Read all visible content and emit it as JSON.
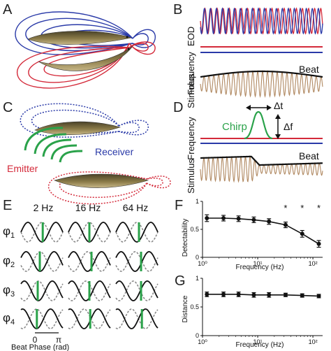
{
  "panels": {
    "A": "A",
    "B": "B",
    "C": "C",
    "D": "D",
    "E": "E",
    "F": "F",
    "G": "G"
  },
  "colors": {
    "receiver": "#2a3aa8",
    "emitter": "#d42a3a",
    "chirp": "#2aa24a",
    "stimulus": "#b08860",
    "phase_line": "#2aa24a",
    "dashed_wave": "#8a8a8a"
  },
  "panel_b": {
    "eod": "EOD",
    "frequency": "Frequency",
    "stimulus": "Stimulus",
    "beat": "Beat"
  },
  "panel_c": {
    "receiver": "Receiver",
    "emitter": "Emitter"
  },
  "panel_d": {
    "chirp": "Chirp",
    "delta_t": "Δt",
    "delta_f": "Δf",
    "frequency": "Frequency",
    "stimulus": "Stimulus",
    "beat": "Beat"
  },
  "panel_e": {
    "columns": [
      "2 Hz",
      "16 Hz",
      "64 Hz"
    ],
    "rows": [
      "φ",
      "φ",
      "φ",
      "φ"
    ],
    "row_subscripts": [
      "1",
      "2",
      "3",
      "4"
    ],
    "axis_zero": "0",
    "axis_pi": "π",
    "xlabel": "Beat Phase (rad)"
  },
  "chart_data": [
    {
      "type": "line",
      "panel": "F",
      "xlabel": "Frequency (Hz)",
      "ylabel": "Detectability",
      "xscale": "log",
      "xlim": [
        1,
        150
      ],
      "ylim": [
        0,
        1
      ],
      "yticks": [
        "0",
        "0.5",
        "1"
      ],
      "xticks": [
        "10⁰",
        "10¹",
        "10²"
      ],
      "x": [
        1.2,
        2.4,
        4.5,
        8.5,
        16,
        32,
        64,
        128
      ],
      "series": [
        {
          "values": [
            0.7,
            0.7,
            0.69,
            0.67,
            0.64,
            0.58,
            0.42,
            0.24
          ],
          "errors": [
            0.06,
            0.05,
            0.05,
            0.05,
            0.05,
            0.05,
            0.06,
            0.06
          ]
        }
      ],
      "significance": {
        "label": "*",
        "x": [
          32,
          64,
          128
        ]
      }
    },
    {
      "type": "line",
      "panel": "G",
      "xlabel": "Frequency (Hz)",
      "ylabel": "Distance",
      "xscale": "log",
      "xlim": [
        1,
        150
      ],
      "ylim": [
        0,
        1
      ],
      "yticks": [
        "0",
        "0.5",
        "1"
      ],
      "xticks": [
        "10⁰",
        "10¹",
        "10²"
      ],
      "x": [
        1.2,
        2.4,
        4.5,
        8.5,
        16,
        32,
        64,
        128
      ],
      "series": [
        {
          "values": [
            0.72,
            0.72,
            0.72,
            0.71,
            0.71,
            0.71,
            0.7,
            0.69
          ],
          "errors": [
            0.04,
            0.04,
            0.04,
            0.04,
            0.04,
            0.03,
            0.03,
            0.03
          ]
        }
      ]
    }
  ]
}
